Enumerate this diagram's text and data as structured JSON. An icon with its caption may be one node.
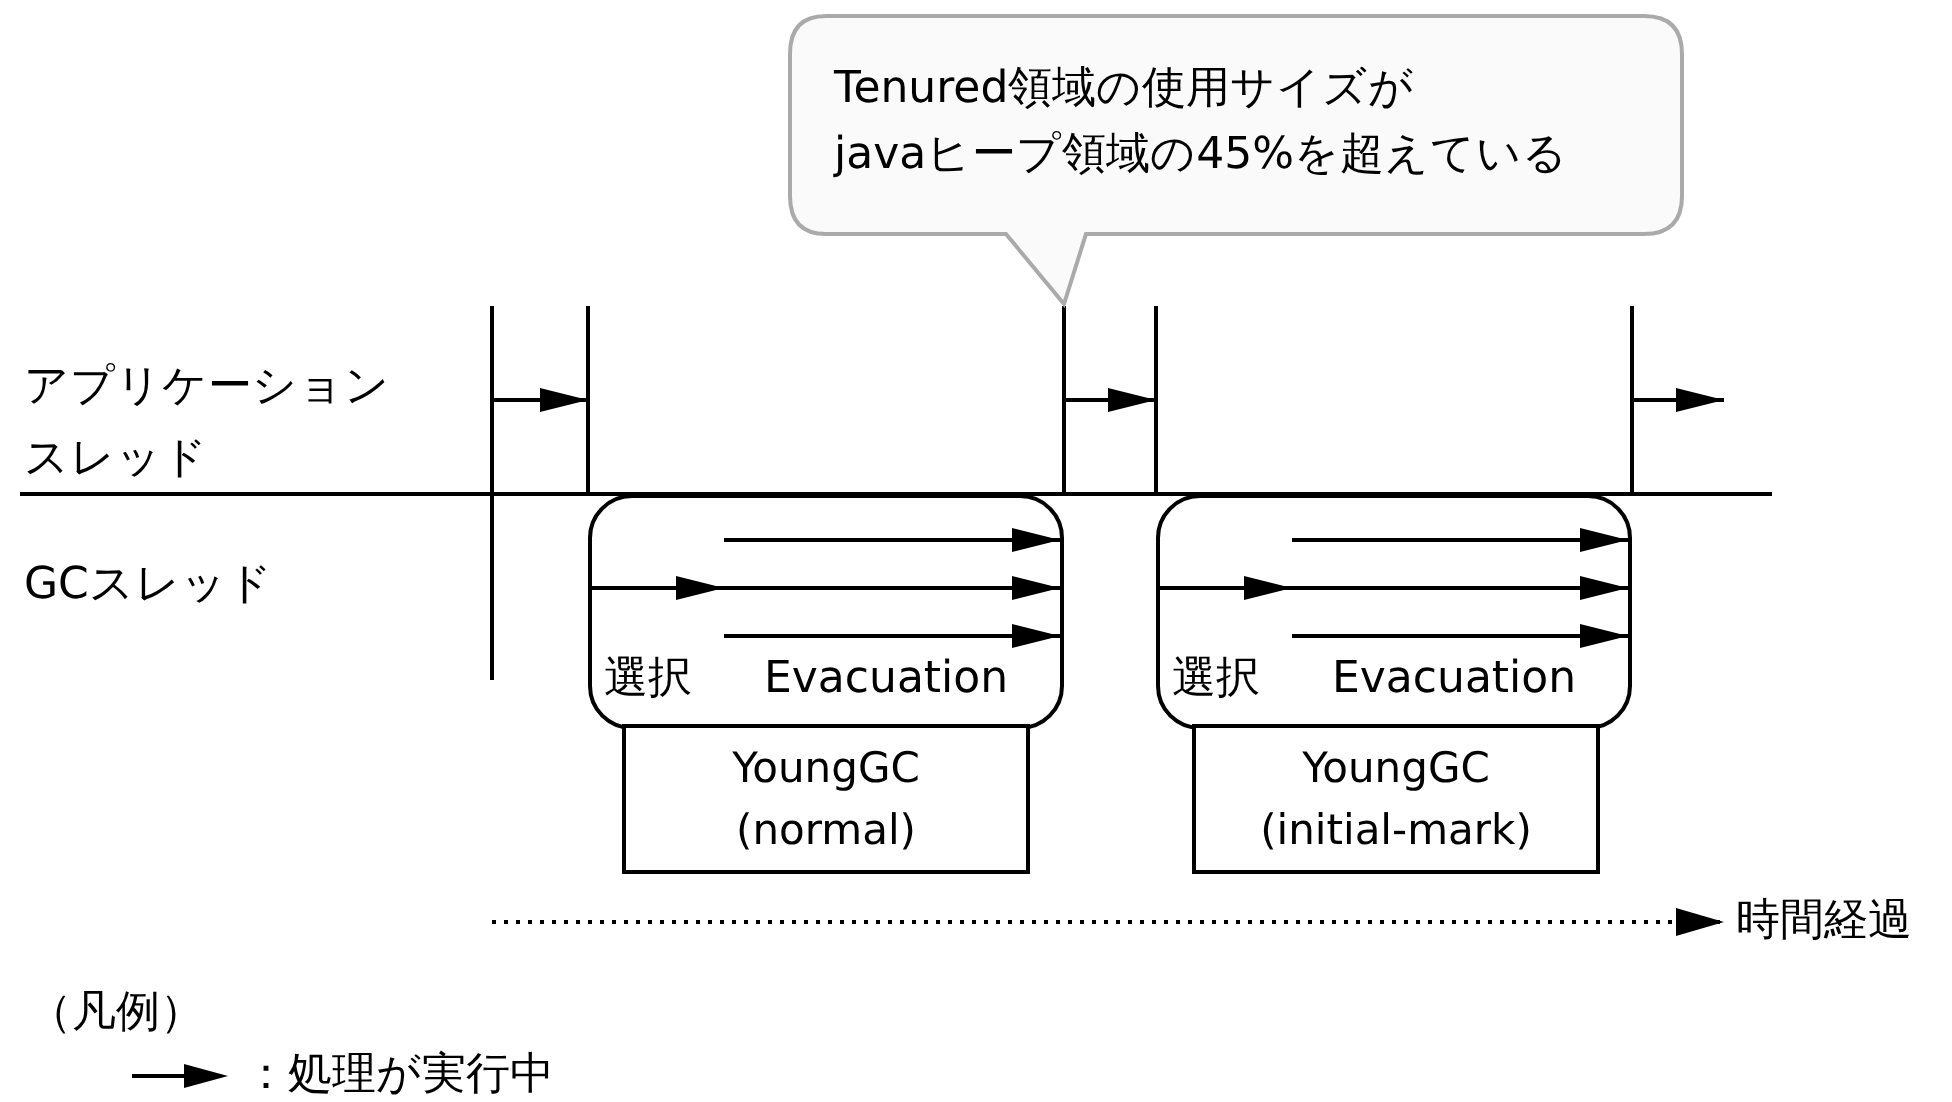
{
  "diagram": {
    "nodes": [
      {
        "text": [
          "Tenured領域の使用サイズが javaヒープ領域の45%を超えている"
        ]
      },
      {
        "text": [
          "選択",
          "Evacuation"
        ]
      },
      {
        "text": [
          "YoungGC (normal)"
        ]
      },
      {
        "text": [
          "選択",
          "Evacuation"
        ]
      },
      {
        "text": [
          "YoungGC (initial-mark)"
        ]
      }
    ],
    "labels": [
      "アプリケーションスレッド",
      "GCスレッド",
      "時間経過",
      "（凡例）"
    ],
    "legend": [
      {
        "text": "：処理が実行中"
      }
    ]
  }
}
